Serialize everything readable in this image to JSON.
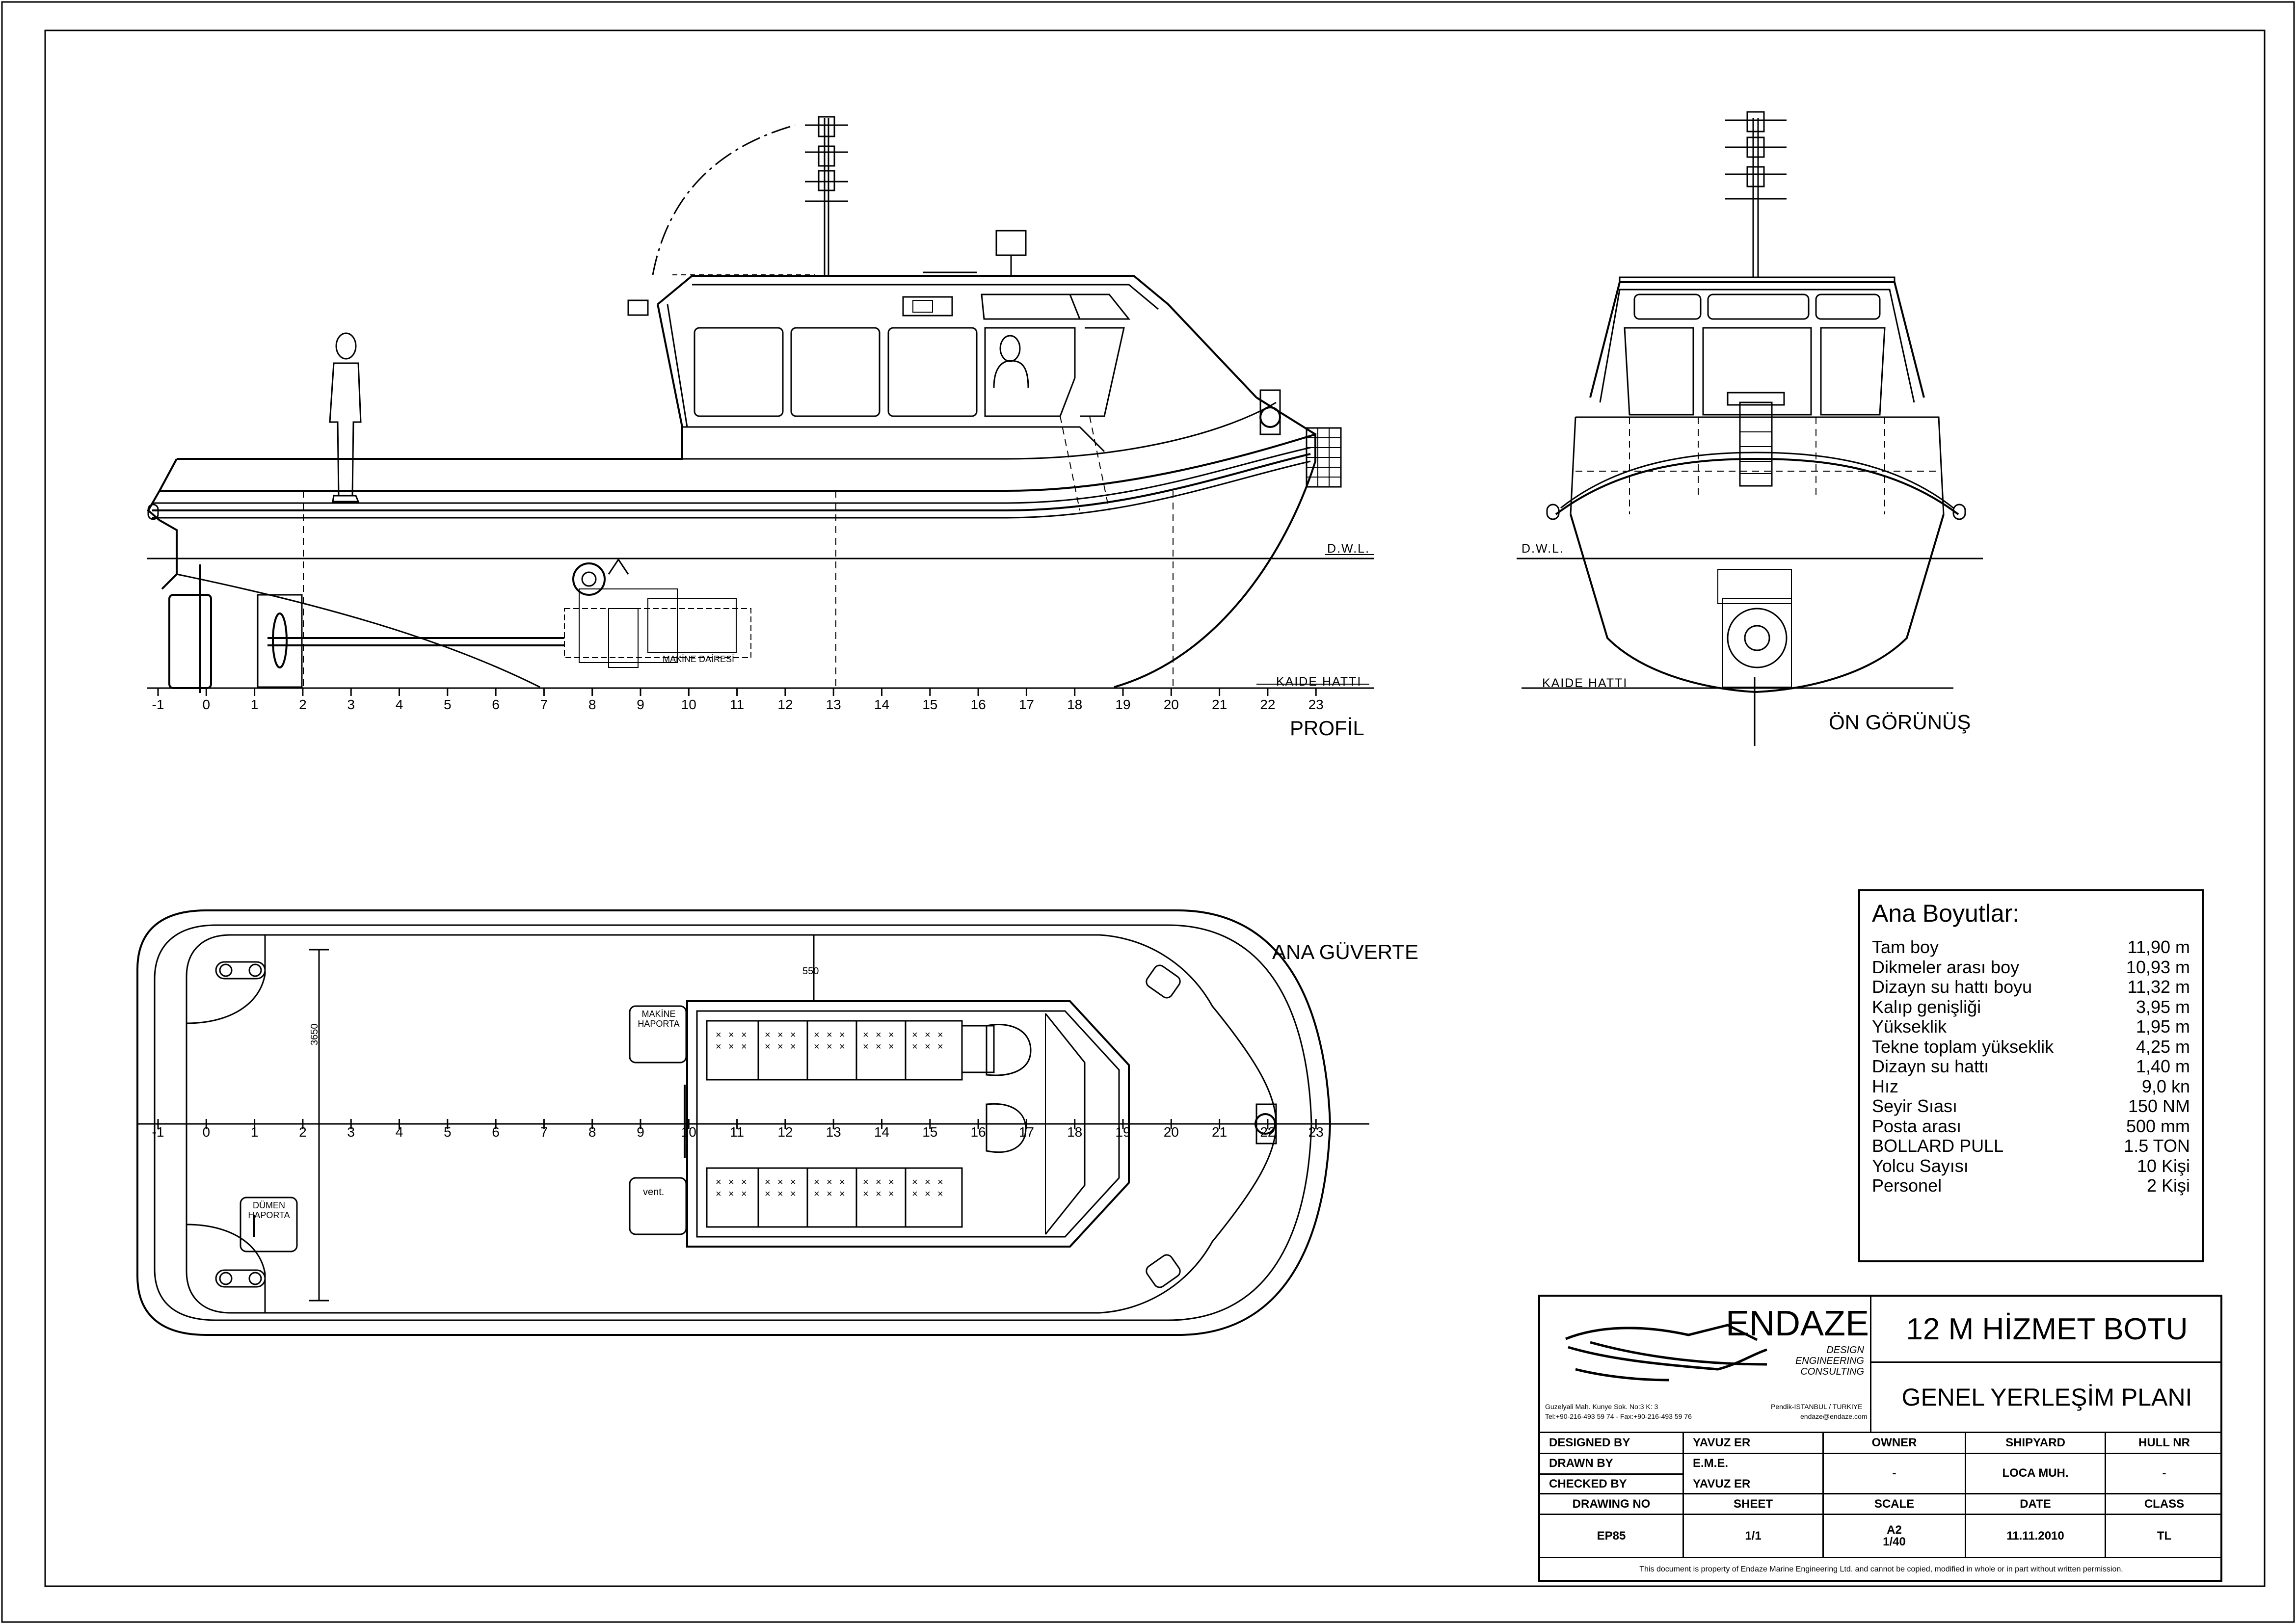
{
  "profile": {
    "title": "PROFİL",
    "dwl": "D.W.L.",
    "baseline": "KAIDE HATTI",
    "engine_room": "MAKİNE DAİRESİ",
    "stations": [
      "-1",
      "0",
      "1",
      "2",
      "3",
      "4",
      "5",
      "6",
      "7",
      "8",
      "9",
      "10",
      "11",
      "12",
      "13",
      "14",
      "15",
      "16",
      "17",
      "18",
      "19",
      "20",
      "21",
      "22",
      "23"
    ]
  },
  "front": {
    "title": "ÖN GÖRÜNÜŞ",
    "dwl": "D.W.L.",
    "baseline": "KAIDE HATTI"
  },
  "deck": {
    "title": "ANA GÜVERTE",
    "dim_width": "3650",
    "dim_offset": "550",
    "hatch_engine": [
      "MAKİNE",
      "HAPORTA"
    ],
    "hatch_rudder": [
      "DÜMEN",
      "HAPORTA"
    ],
    "vent": "vent.",
    "stations": [
      "-1",
      "0",
      "1",
      "2",
      "3",
      "4",
      "5",
      "6",
      "7",
      "8",
      "9",
      "10",
      "11",
      "12",
      "13",
      "14",
      "15",
      "16",
      "17",
      "18",
      "19",
      "20",
      "21",
      "22",
      "23"
    ]
  },
  "dimensions": {
    "heading": "Ana Boyutlar:",
    "rows": [
      {
        "label": "Tam boy",
        "value": "11,90 m"
      },
      {
        "label": "Dikmeler arası boy",
        "value": "10,93 m"
      },
      {
        "label": "Dizayn su hattı boyu",
        "value": "11,32 m"
      },
      {
        "label": "Kalıp genişliği",
        "value": "3,95 m"
      },
      {
        "label": "Yükseklik",
        "value": "1,95 m"
      },
      {
        "label": "Tekne toplam yükseklik",
        "value": "4,25 m"
      },
      {
        "label": "Dizayn su hattı",
        "value": "1,40 m"
      },
      {
        "label": "Hız",
        "value": "9,0 kn"
      },
      {
        "label": "Seyir Sıası",
        "value": "150 NM"
      },
      {
        "label": "Posta arası",
        "value": "500 mm"
      },
      {
        "label": "BOLLARD PULL",
        "value": "1.5 TON"
      },
      {
        "label": "Yolcu Sayısı",
        "value": "10 Kişi"
      },
      {
        "label": "Personel",
        "value": "2 Kişi"
      }
    ]
  },
  "title_block": {
    "company": "ENDAZE",
    "tagline": [
      "DESIGN",
      "ENGINEERING",
      "CONSULTING"
    ],
    "address_left": "Guzelyali Mah. Kunye Sok. No:3 K: 3",
    "phone": "Tel:+90-216-493 59 74 - Fax:+90-216-493 59 76",
    "address_right": "Pendik-ISTANBUL / TURKIYE",
    "email": "endaze@endaze.com",
    "project_title": "12 M HİZMET BOTU",
    "drawing_title": "GENEL YERLEŞİM PLANI",
    "designed_by_label": "DESIGNED BY",
    "designed_by": "YAVUZ ER",
    "drawn_by_label": "DRAWN BY",
    "drawn_by": "E.M.E.",
    "checked_by_label": "CHECKED BY",
    "checked_by": "YAVUZ ER",
    "owner_label": "OWNER",
    "owner": "-",
    "shipyard_label": "SHIPYARD",
    "shipyard": "LOCA MUH.",
    "hull_label": "HULL NR",
    "hull": "-",
    "drawing_no_label": "DRAWING NO",
    "drawing_no": "EP85",
    "sheet_label": "SHEET",
    "sheet": "1/1",
    "scale_label": "SCALE",
    "scale_paper": "A2",
    "scale": "1/40",
    "date_label": "DATE",
    "date": "11.11.2010",
    "class_label": "CLASS",
    "class": "TL",
    "copyright": "This document is property of  Endaze Marine Engineering Ltd. and cannot be copied, modified in whole or in part without written permission."
  }
}
